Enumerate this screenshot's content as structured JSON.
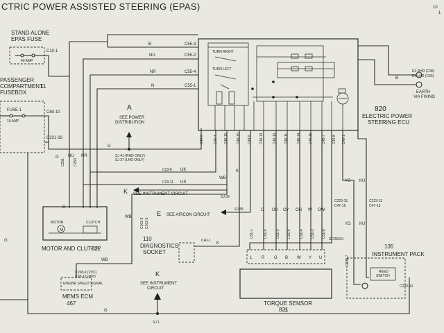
{
  "header": {
    "title": "CTRIC POWER ASSISTED STEERING (EPAS)",
    "page_ref": "10",
    "page_ref2": "1"
  },
  "labels": {
    "epas_fuse_name": "STAND ALONE EPAS FUSE",
    "epas_fuse_amp": "40 AMP",
    "c10": "C10-1",
    "passenger_box": "PASSENGER COMPARTMENT FUSEBOX",
    "passenger_box_num": "11",
    "fuse1": "FUSE 1",
    "fuse1_amp": "10 AMP",
    "c60": "C60-10",
    "c221": "C221-18",
    "power_letter": "A",
    "power_text": "SEE POWER DISTRIBUTION",
    "sj41_text": "SJ 41 (RHD ONLY) SJ 37 (LHD ONLY)",
    "c55_3": "C55-3",
    "c55_2": "C55-2",
    "c55_4": "C55-4",
    "c55_1": "C55-1",
    "turn_right": "TURN RIGHT",
    "turn_left": "TURN LEFT",
    "ecu_num": "820",
    "ecu_name": "ELECTRIC POWER STEERING ECU",
    "e3_rhd": "E3 RHD (C36)",
    "e4_lhd": "E4 LHD (C36)",
    "earth": "EARTH VIA FIXING",
    "wire_b_top": "B",
    "wire_nu": "NU",
    "wire_nr": "NR",
    "wire_n": "N",
    "wire_b_right": "B",
    "wire_g": "G",
    "wire_uk": "UK",
    "wire_us": "US",
    "wire_wb": "WB",
    "wire_k": "K",
    "wire_yg": "YG",
    "wire_ku": "KU",
    "c23_8": "C23-8",
    "c23_11": "C23-11",
    "sj39": "SJ 39",
    "k_letter": "K",
    "k_text": "SEE INSTRUMENT CIRCUIT",
    "e_letter": "E",
    "e_text": "SEE AIRCON CIRCUIT",
    "sj45": "SJ 45",
    "motor_num": "822",
    "motor_name": "MOTOR AND CLUTCH",
    "motor_label": "MOTOR",
    "clutch_label": "CLUTCH",
    "diag_num": "110",
    "diag_name": "DIAGNOSTICS SOCKET",
    "c40": "C40-1",
    "ecm_name": "MEMS ECM",
    "ecm_num": "467",
    "ecm_pins": "C158-9 (VVC) C58-12 (MPi)",
    "ecm_signal": "ENGINE SPEED SIGNAL",
    "k2_letter": "K",
    "k2_text": "SEE INSTRUMENT CIRCUIT",
    "sj1": "SJ 1",
    "screen": "SCREEN",
    "torque_name": "TORQUE SENSOR",
    "torque_num": "821",
    "pack_num": "135",
    "pack_name": "INSTRUMENT PACK",
    "reed": "REED SWITCH",
    "c229_7": "C229-7",
    "c229_10": "C229-10",
    "c223_15": "C223-15",
    "c223_13": "C223-13",
    "c47_15": "C47-15",
    "c47_13": "C47-13",
    "c251": "C251",
    "c250": "C250",
    "c102_2": "C102-2",
    "c102_3": "C102-3",
    "g_left": "G",
    "g_bottom": "G",
    "g_bottom2": "G"
  },
  "ecu_pins": [
    "C48-9",
    "C48-4",
    "C48-10",
    "C48-15",
    "C48-5",
    "C48-13",
    "C48-12",
    "C48-11",
    "C48-14",
    "C48-16",
    "C48-7",
    "C48-8",
    "C48-1"
  ],
  "sensor_pins": [
    "C51-1",
    "C51-5",
    "C51-2",
    "C51-6",
    "C51-4",
    "C51-3",
    "C51-8"
  ],
  "sensor_wire_colors": [
    "O",
    "OU",
    "OY",
    "OG",
    "W",
    "OW"
  ],
  "sensor_terminals": [
    "R",
    "G",
    "B",
    "W",
    "Y",
    "U"
  ]
}
